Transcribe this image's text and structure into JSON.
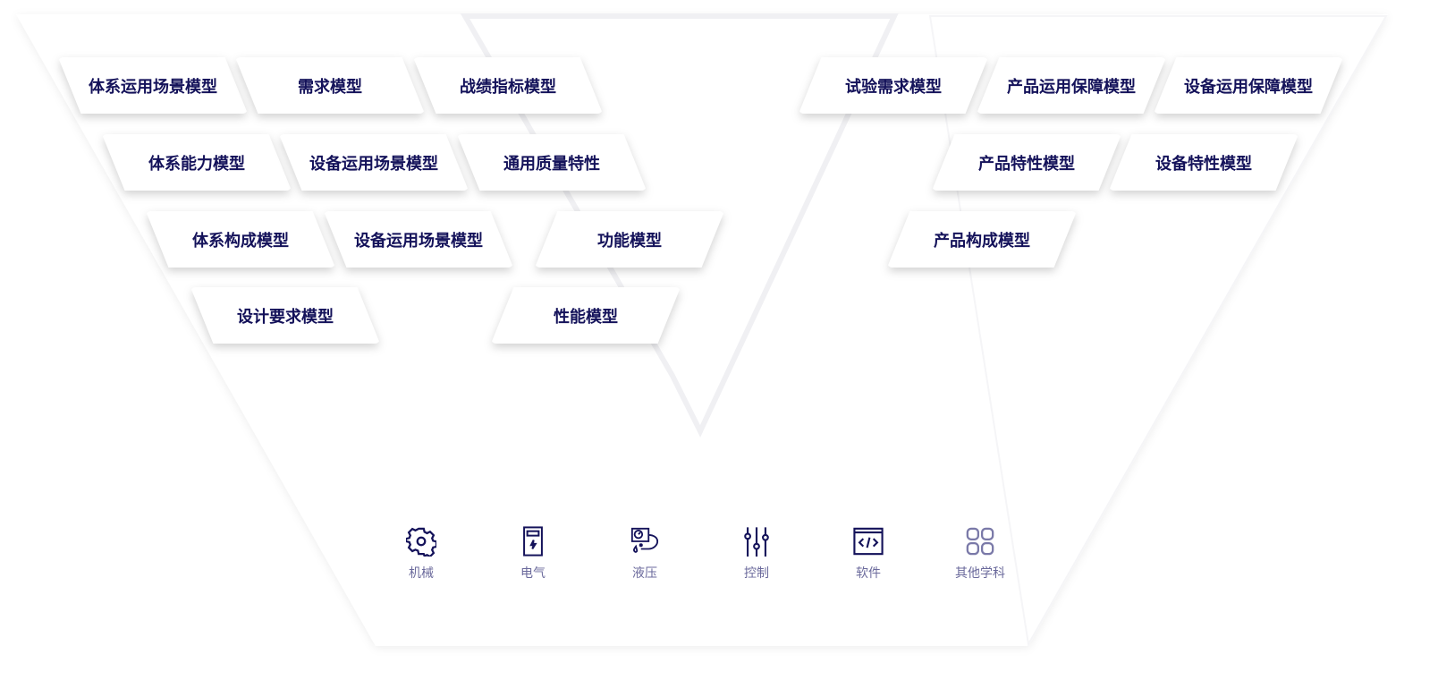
{
  "left_models": [
    {
      "label": "体系运用场景模型"
    },
    {
      "label": "需求模型"
    },
    {
      "label": "战绩指标模型"
    },
    {
      "label": "体系能力模型"
    },
    {
      "label": "设备运用场景模型"
    },
    {
      "label": "通用质量特性"
    },
    {
      "label": "体系构成模型"
    },
    {
      "label": "设备运用场景模型"
    },
    {
      "label": "功能模型"
    },
    {
      "label": "设计要求模型"
    },
    {
      "label": "性能模型"
    }
  ],
  "right_models": [
    {
      "label": "试验需求模型"
    },
    {
      "label": "产品运用保障模型"
    },
    {
      "label": "设备运用保障模型"
    },
    {
      "label": "产品特性模型"
    },
    {
      "label": "设备特性模型"
    },
    {
      "label": "产品构成模型"
    }
  ],
  "disciplines": [
    {
      "label": "机械",
      "icon": "gear-icon"
    },
    {
      "label": "电气",
      "icon": "electric-panel-icon"
    },
    {
      "label": "液压",
      "icon": "hydraulic-icon"
    },
    {
      "label": "控制",
      "icon": "sliders-icon"
    },
    {
      "label": "软件",
      "icon": "code-window-icon"
    },
    {
      "label": "其他学科",
      "icon": "grid-icon"
    }
  ],
  "colors": {
    "text": "#14125a",
    "label": "#6b6a9c",
    "icon": "#14125a",
    "icon_muted": "#7a79a8"
  }
}
